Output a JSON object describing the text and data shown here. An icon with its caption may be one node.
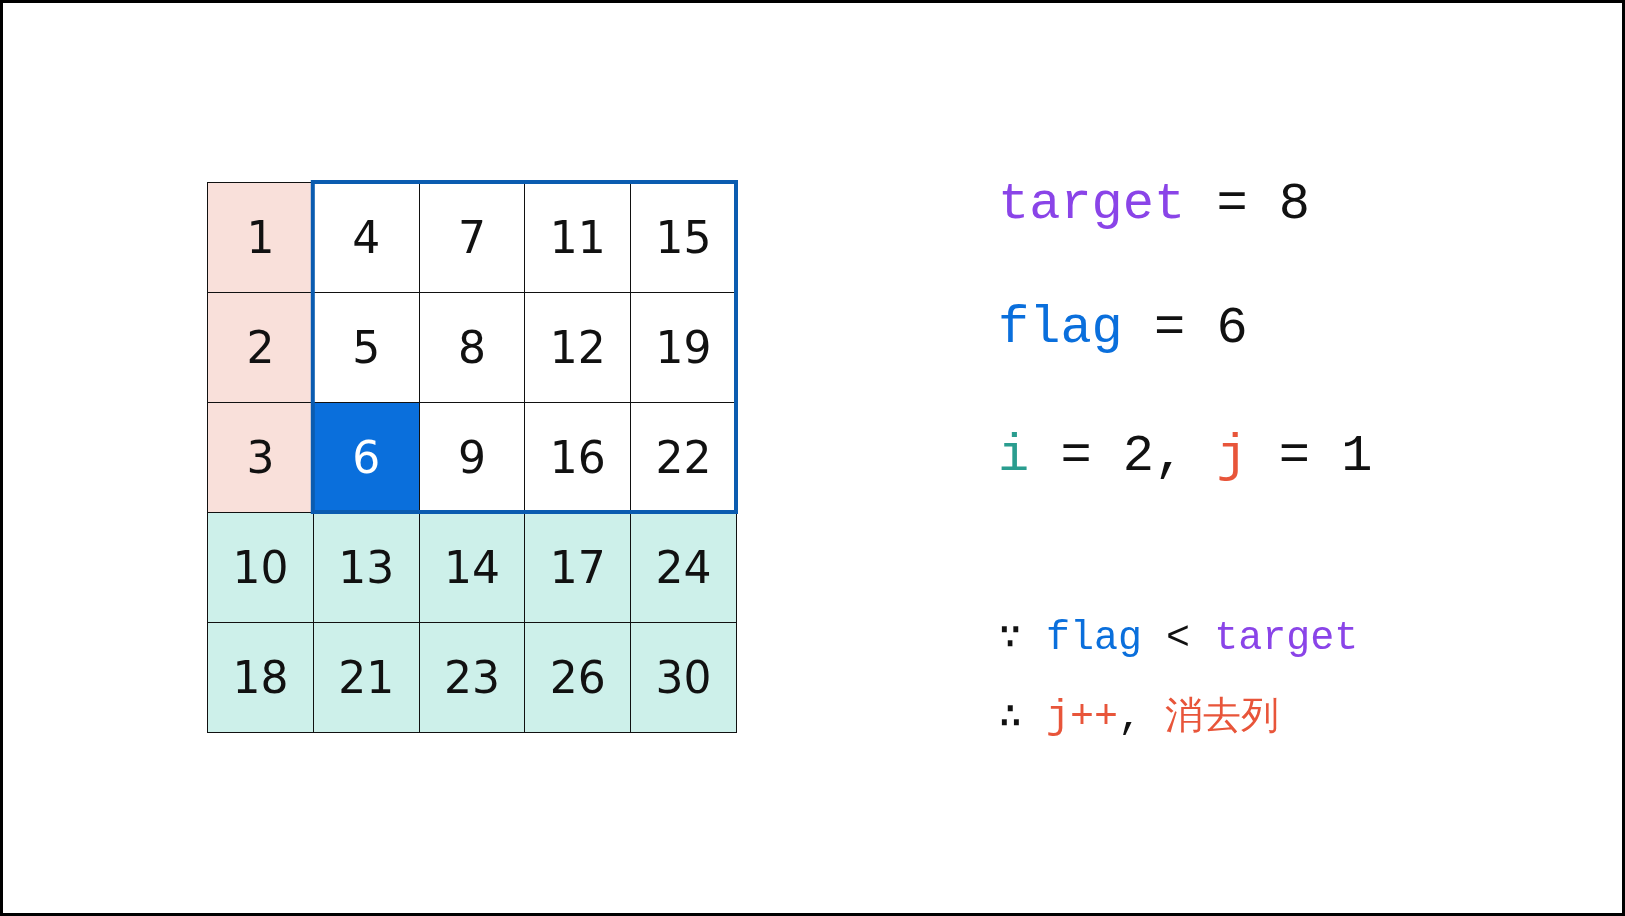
{
  "diagram": {
    "nodes": [
      {
        "text": [
          "1"
        ]
      },
      {
        "text": [
          "4"
        ]
      },
      {
        "text": [
          "7"
        ]
      },
      {
        "text": [
          "11"
        ]
      },
      {
        "text": [
          "15"
        ]
      },
      {
        "text": [
          "2"
        ]
      },
      {
        "text": [
          "5"
        ]
      },
      {
        "text": [
          "8"
        ]
      },
      {
        "text": [
          "12"
        ]
      },
      {
        "text": [
          "19"
        ]
      },
      {
        "text": [
          "3"
        ]
      },
      {
        "text": [
          "6"
        ]
      },
      {
        "text": [
          "9"
        ]
      },
      {
        "text": [
          "16"
        ]
      },
      {
        "text": [
          "22"
        ]
      },
      {
        "text": [
          "10"
        ]
      },
      {
        "text": [
          "13"
        ]
      },
      {
        "text": [
          "14"
        ]
      },
      {
        "text": [
          "17"
        ]
      },
      {
        "text": [
          "24"
        ]
      },
      {
        "text": [
          "18"
        ]
      },
      {
        "text": [
          "21"
        ]
      },
      {
        "text": [
          "23"
        ]
      },
      {
        "text": [
          "26"
        ]
      },
      {
        "text": [
          "30"
        ]
      }
    ],
    "edges": [],
    "labels": [
      "target",
      "= 8",
      "flag",
      "= 6",
      "i",
      "= 2,",
      "j",
      "= 1",
      "∵",
      "flag",
      "<",
      "target",
      "∴",
      "j++",
      ",",
      "消去列"
    ]
  }
}
